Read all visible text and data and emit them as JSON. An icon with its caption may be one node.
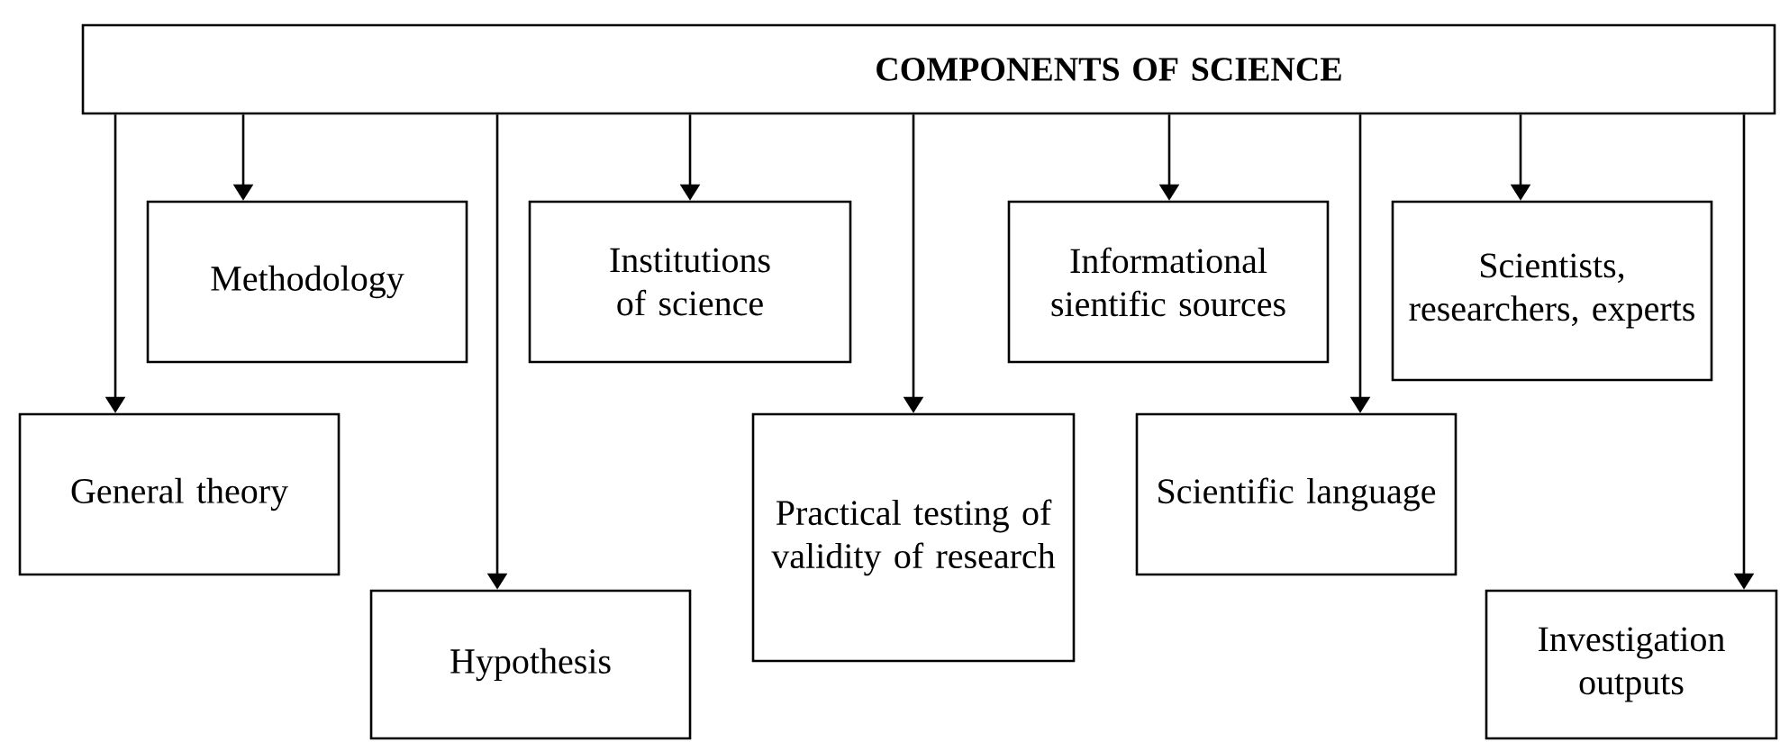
{
  "diagram": {
    "nodes": [
      {
        "text": [
          "COMPONENTS OF SCIENCE"
        ]
      },
      {
        "text": [
          "General theory"
        ]
      },
      {
        "text": [
          "Methodology"
        ]
      },
      {
        "text": [
          "Hypothesis"
        ]
      },
      {
        "text": [
          "Institutions of science"
        ]
      },
      {
        "text": [
          "Practical testing of validity of research"
        ]
      },
      {
        "text": [
          "Informational sientific sources"
        ]
      },
      {
        "text": [
          "Scientific language"
        ]
      },
      {
        "text": [
          "Scientists, researchers, experts"
        ]
      },
      {
        "text": [
          "Investigation outputs"
        ]
      }
    ],
    "edges": [
      {
        "from": 0,
        "to": 1,
        "arrow": "to"
      },
      {
        "from": 0,
        "to": 2,
        "arrow": "to"
      },
      {
        "from": 0,
        "to": 3,
        "arrow": "to"
      },
      {
        "from": 0,
        "to": 4,
        "arrow": "to"
      },
      {
        "from": 0,
        "to": 5,
        "arrow": "to"
      },
      {
        "from": 0,
        "to": 6,
        "arrow": "to"
      },
      {
        "from": 0,
        "to": 7,
        "arrow": "to"
      },
      {
        "from": 0,
        "to": 8,
        "arrow": "to"
      },
      {
        "from": 0,
        "to": 9,
        "arrow": "to"
      }
    ]
  }
}
